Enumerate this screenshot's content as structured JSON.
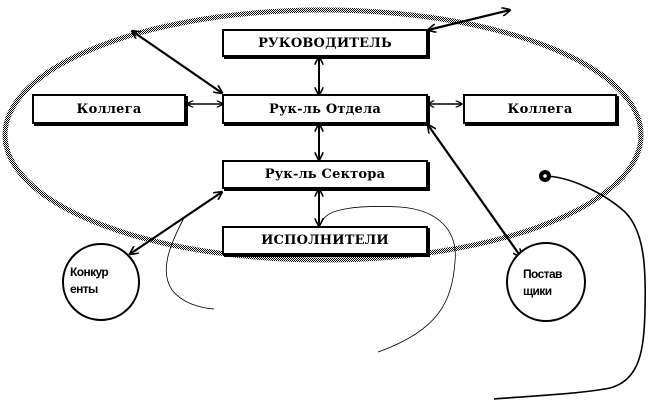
{
  "diagram": {
    "nodes": {
      "head": {
        "label": "РУКОВОДИТЕЛЬ"
      },
      "dept_head": {
        "label": "Рук-ль Отдела"
      },
      "colleague_left": {
        "label": "Коллега"
      },
      "colleague_right": {
        "label": "Коллега"
      },
      "sector_head": {
        "label": "Рук-ль Сектора"
      },
      "executors": {
        "label": "ИСПОЛНИТЕЛИ"
      }
    },
    "external": {
      "competitors": {
        "line1": "Конкур",
        "line2": "енты"
      },
      "suppliers": {
        "line1": "Постав",
        "line2": "щики"
      }
    },
    "edges": [
      {
        "from": "head",
        "to": "dept_head",
        "type": "bidirectional"
      },
      {
        "from": "colleague_left",
        "to": "dept_head",
        "type": "bidirectional"
      },
      {
        "from": "dept_head",
        "to": "colleague_right",
        "type": "bidirectional"
      },
      {
        "from": "dept_head",
        "to": "sector_head",
        "type": "bidirectional"
      },
      {
        "from": "sector_head",
        "to": "executors",
        "type": "bidirectional"
      },
      {
        "from": "sector_head",
        "to": "competitors",
        "type": "bidirectional"
      },
      {
        "from": "dept_head",
        "to": "suppliers",
        "type": "bidirectional"
      },
      {
        "from": "dept_head",
        "to": "outside-top-left",
        "type": "bidirectional"
      },
      {
        "from": "head",
        "to": "outside-top-right",
        "type": "bidirectional"
      }
    ],
    "colors": {
      "stroke": "#000000",
      "background": "#ffffff"
    }
  }
}
